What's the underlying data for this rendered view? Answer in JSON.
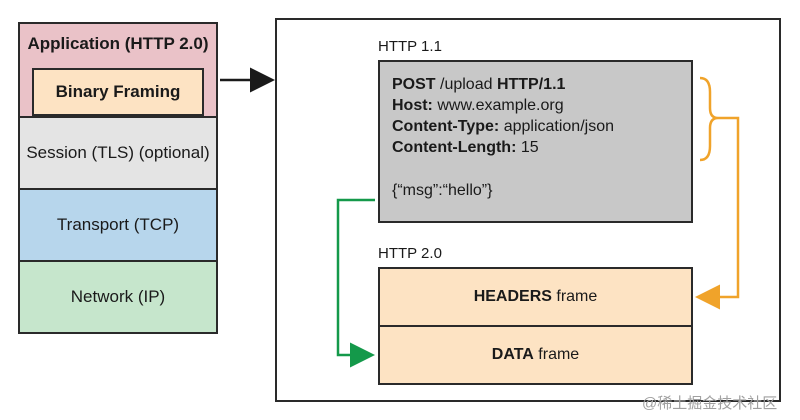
{
  "stack": {
    "application": "Application (HTTP 2.0)",
    "binary_framing": "Binary Framing",
    "session": "Session (TLS) (optional)",
    "transport": "Transport (TCP)",
    "network": "Network (IP)"
  },
  "http11": {
    "label": "HTTP 1.1",
    "lines": [
      {
        "bold": "POST",
        "rest": " /upload ",
        "bold2": "HTTP/1.1"
      },
      {
        "bold": "Host:",
        "rest": " www.example.org",
        "bold2": ""
      },
      {
        "bold": "Content-Type:",
        "rest": " application/json",
        "bold2": ""
      },
      {
        "bold": "Content-Length:",
        "rest": " 15",
        "bold2": ""
      }
    ],
    "body": "{“msg”:“hello”}"
  },
  "http2": {
    "label": "HTTP 2.0",
    "headers_bold": "HEADERS",
    "headers_rest": " frame",
    "data_bold": "DATA",
    "data_rest": " frame"
  },
  "watermark": "@稀土掘金技术社区",
  "colors": {
    "application": "#eac2c8",
    "framing": "#fde3c3",
    "session": "#e4e4e4",
    "transport": "#b7d6ec",
    "network": "#c6e6cc",
    "request_box": "#c8c8c8",
    "frame": "#fde3c3",
    "orange_arrow": "#f0a32a",
    "green_arrow": "#14994a"
  }
}
